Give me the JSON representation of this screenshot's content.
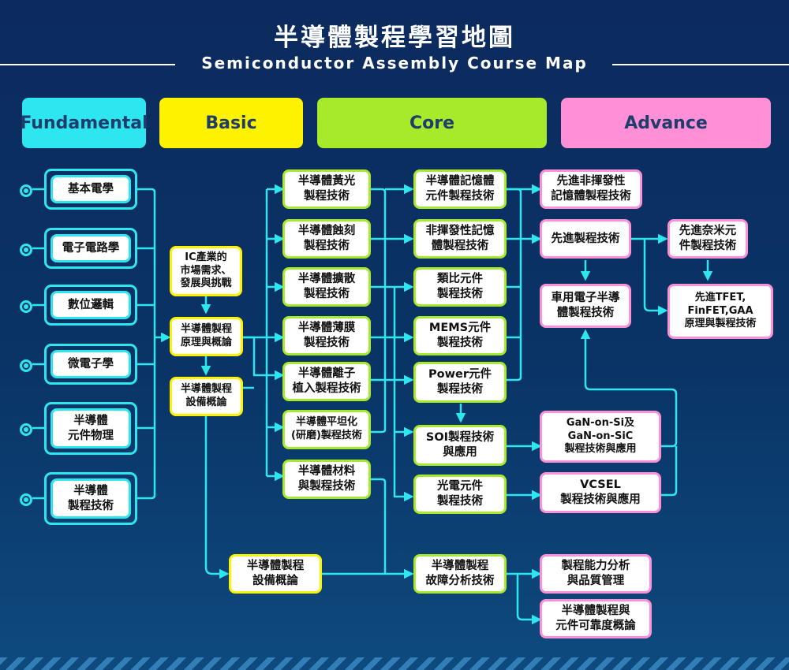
{
  "title_zh": "半導體製程學習地圖",
  "title_en": "Semiconductor Assembly Course Map",
  "colors": {
    "background": "#0c2a5e",
    "line": "#2ee6f0",
    "fundamental": "#2ee6f0",
    "basic": "#fff200",
    "core": "#a6ea2b",
    "advance": "#ff8fd6"
  },
  "headers": {
    "fundamental": "Fundamental",
    "basic": "Basic",
    "core": "Core",
    "advance": "Advance"
  },
  "fundamental": {
    "basic_electricity": "基本電學",
    "electronic_circuits": "電子電路學",
    "digital_logic": "數位邏輯",
    "microelectronics": "微電子學",
    "device_physics": "半導體\n元件物理",
    "process_technology": "半導體\n製程技術"
  },
  "basic": {
    "ic_industry": "IC產業的\n市場需求、\n發展與挑戰",
    "process_principles": "半導體製程\n原理與概論",
    "equipment_overview": "半導體製程\n設備概論"
  },
  "process": {
    "lithography": "半導體黃光\n製程技術",
    "etching": "半導體蝕刻\n製程技術",
    "diffusion": "半導體擴散\n製程技術",
    "thin_film": "半導體薄膜\n製程技術",
    "ion_implant": "半導體離子\n植入製程技術",
    "cmp": "半導體平坦化\n(研磨)製程技術",
    "materials": "半導體材料\n與製程技術",
    "equipment_overview_2": "半導體製程\n設備概論"
  },
  "core": {
    "memory_device": "半導體記憶體\n元件製程技術",
    "nonvolatile_memory": "非揮發性記憶\n體製程技術",
    "analog_device": "類比元件\n製程技術",
    "mems_device": "MEMS元件\n製程技術",
    "power_device": "Power元件\n製程技術",
    "soi_process": "SOI製程技術\n與應用",
    "optoelectronic_device": "光電元件\n製程技術",
    "failure_analysis": "半導體製程\n故障分析技術"
  },
  "advance": {
    "advanced_nvm": "先進非揮發性\n記憶體製程技術",
    "advanced_process": "先進製程技術",
    "advanced_nano": "先進奈米元\n件製程技術",
    "automotive_semi": "車用電子半導\n體製程技術",
    "tfet_finfet": "先進TFET,\nFinFET,GAA\n原理與製程技術",
    "gan": "GaN-on-Si及\nGaN-on-SiC\n製程技術與應用",
    "vcsel": "VCSEL\n製程技術與應用",
    "process_capability": "製程能力分析\n與品質管理",
    "reliability": "半導體製程與\n元件可靠度概論"
  }
}
